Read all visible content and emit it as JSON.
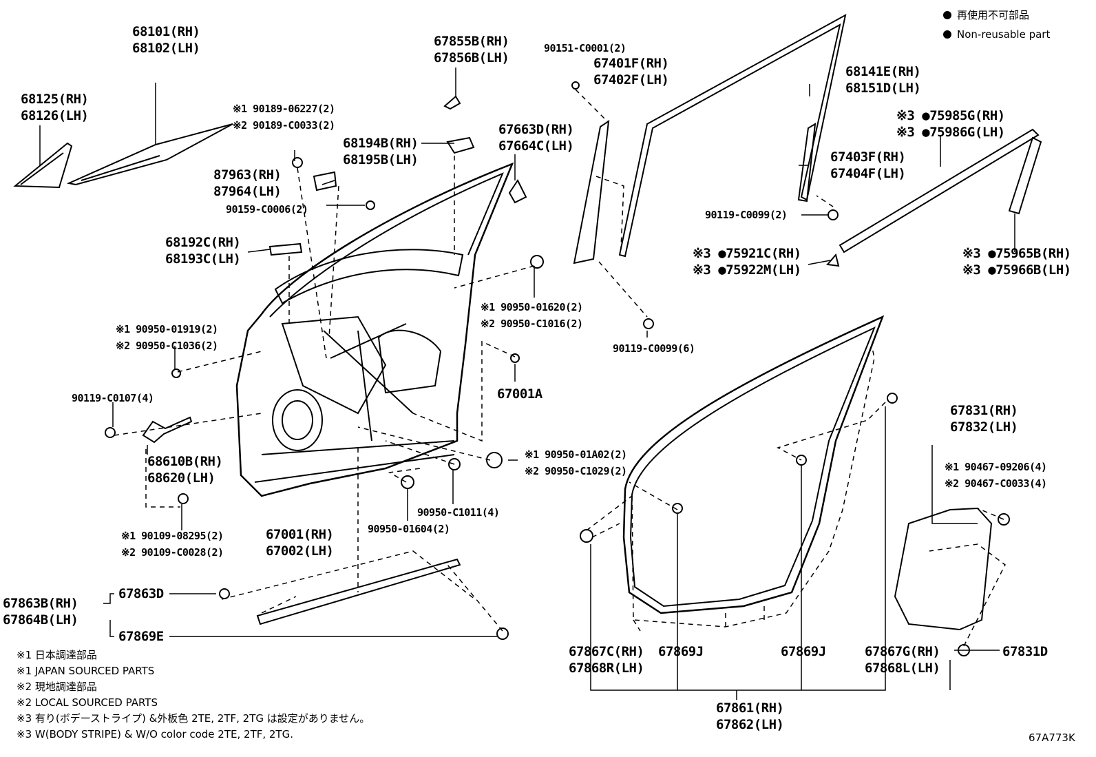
{
  "legend": {
    "dot_jp": "再使用不可部品",
    "dot_en": "Non-reusable part"
  },
  "drawing_id": "67A773K",
  "labels": {
    "glass": [
      "68101(RH)",
      "68102(LH)"
    ],
    "quarter_glass": [
      "68125(RH)",
      "68126(LH)"
    ],
    "bracket_top": [
      "67855B(RH)",
      "67856B(LH)"
    ],
    "screw_top": "90151-C0001(2)",
    "run_channel_front": [
      "67401F(RH)",
      "67402F(LH)"
    ],
    "weatherstrip_frame": [
      "68141E(RH)",
      "68151D(LH)"
    ],
    "clip_90189": [
      "※1 90189-06227(2)",
      "※2 90189-C0033(2)"
    ],
    "hinge_bracket": [
      "68194B(RH)",
      "68195B(LH)"
    ],
    "cover_67663": [
      "67663D(RH)",
      "67664C(LH)"
    ],
    "stripe_75985": [
      "※3 ●75985G(RH)",
      "※3 ●75986G(LH)"
    ],
    "run_channel_rear": [
      "67403F(RH)",
      "67404F(LH)"
    ],
    "pad_87963": [
      "87963(RH)",
      "87964(LH)"
    ],
    "bolt_90159": "90159-C0006(2)",
    "bolt_90119_2": "90119-C0099(2)",
    "stripe_75921": [
      "※3 ●75921C(RH)",
      "※3 ●75922M(LH)"
    ],
    "stripe_75965": [
      "※3 ●75965B(RH)",
      "※3 ●75966B(LH)"
    ],
    "handle_68192": [
      "68192C(RH)",
      "68193C(LH)"
    ],
    "plug_01620": [
      "※1 90950-01620(2)",
      "※2 90950-C1016(2)"
    ],
    "bolt_90119_6": "90119-C0099(6)",
    "plug_01919": [
      "※1 90950-01919(2)",
      "※2 90950-C1036(2)"
    ],
    "door_clip_67001A": "67001A",
    "bolt_90119_c0107": "90119-C0107(4)",
    "check_68610": [
      "68610B(RH)",
      "68620(LH)"
    ],
    "plug_01a02": [
      "※1 90950-01A02(2)",
      "※2 90950-C1029(2)"
    ],
    "plug_c1011": "90950-C1011(4)",
    "plug_01604": "90950-01604(2)",
    "bolt_90109": [
      "※1 90109-08295(2)",
      "※2 90109-C0028(2)"
    ],
    "door_panel": [
      "67001(RH)",
      "67002(LH)"
    ],
    "cover_67831": [
      "67831(RH)",
      "67832(LH)"
    ],
    "clip_90467": [
      "※1 90467-09206(4)",
      "※2 90467-C0033(4)"
    ],
    "clip_67863D": "67863D",
    "moulding_67863": [
      "67863B(RH)",
      "67864B(LH)"
    ],
    "clip_67869E": "67869E",
    "seal_67867C": [
      "67867C(RH)",
      "67868R(LH)"
    ],
    "clip_67869J_a": "67869J",
    "clip_67869J_b": "67869J",
    "seal_67867G": [
      "67867G(RH)",
      "67868L(LH)"
    ],
    "clip_67831D": "67831D",
    "weatherstrip_67861": [
      "67861(RH)",
      "67862(LH)"
    ]
  },
  "notes": [
    "※1 日本調達部品",
    "※1 JAPAN SOURCED PARTS",
    "※2 現地調達部品",
    "※2 LOCAL SOURCED PARTS",
    "※3 有り(ボデーストライプ) &外板色 2TE, 2TF, 2TG は設定がありません。",
    "※3 W(BODY STRIPE) & W/O color code 2TE, 2TF, 2TG."
  ]
}
